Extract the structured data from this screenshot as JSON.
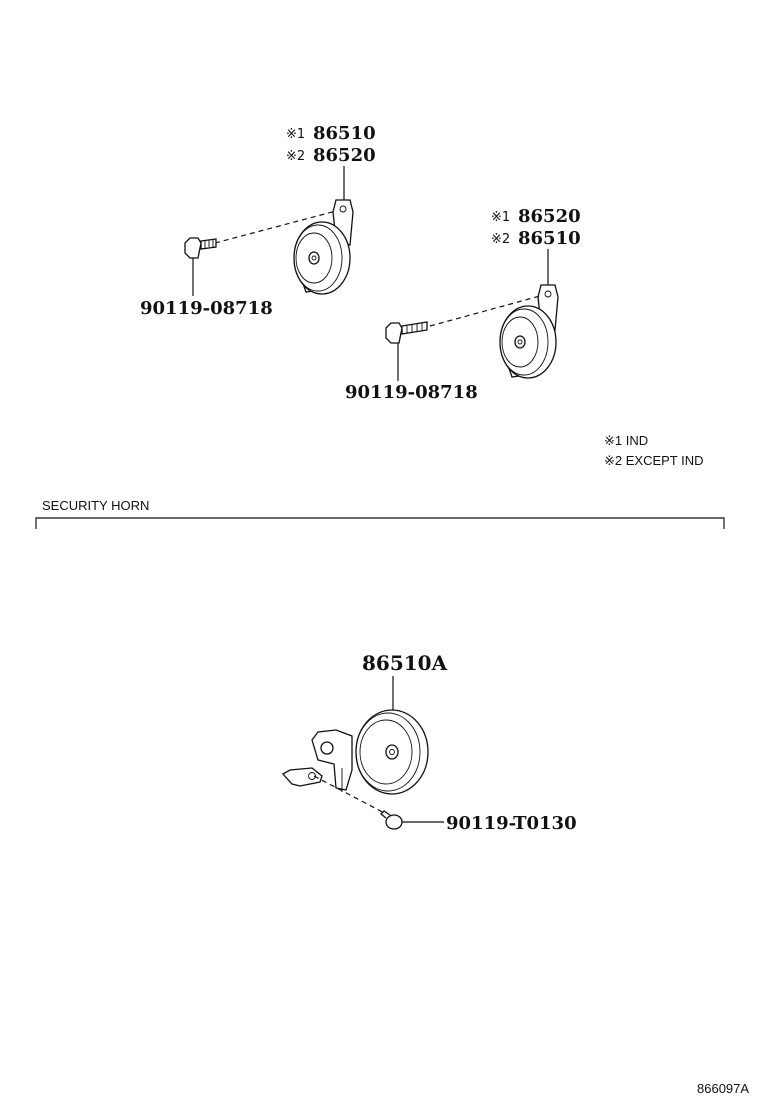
{
  "horn_upper_left": {
    "mark1": "※1",
    "part1": "86510",
    "mark2": "※2",
    "part2": "86520",
    "bolt": "90119-08718"
  },
  "horn_upper_right": {
    "mark1": "※1",
    "part1": "86520",
    "mark2": "※2",
    "part2": "86510",
    "bolt": "90119-08718"
  },
  "legend": {
    "note1": "※1 IND",
    "note2": "※2 EXCEPT IND"
  },
  "security_section": {
    "title": "SECURITY HORN",
    "horn_part": "86510A",
    "bolt": "90119-T0130"
  },
  "diagram_id": "866097A"
}
